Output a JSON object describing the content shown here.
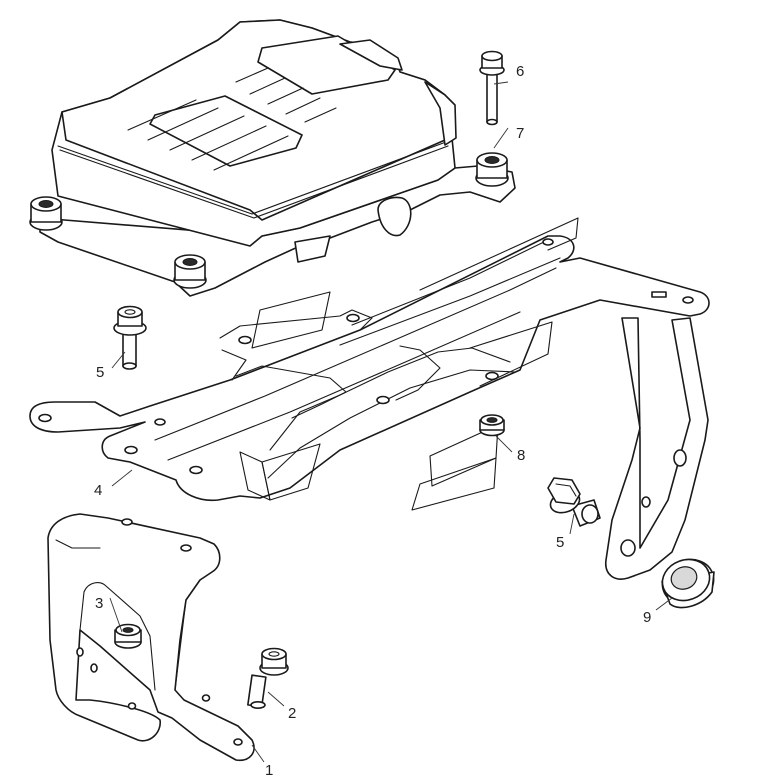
{
  "callouts": {
    "c1": "1",
    "c2": "2",
    "c3": "3",
    "c4": "4",
    "c5a": "5",
    "c5b": "5",
    "c6": "6",
    "c7": "7",
    "c8": "8",
    "c9": "9"
  },
  "colors": {
    "line": "#1a1a1a",
    "background": "#ffffff",
    "shade": "#d9d9d9"
  }
}
